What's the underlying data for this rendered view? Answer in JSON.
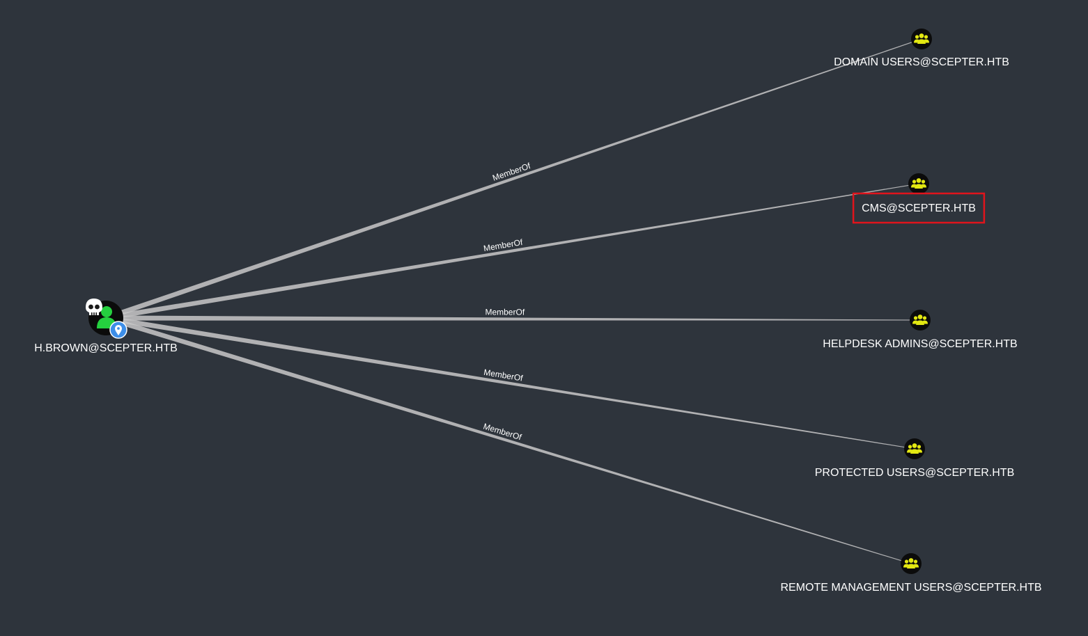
{
  "graph": {
    "source": {
      "label": "H.BROWN@SCEPTER.HTB",
      "icon": "user-icon",
      "badges": [
        "skull-icon",
        "location-pin-icon"
      ],
      "colors": {
        "user": "#25d03f",
        "badge": "#3d8ee8"
      }
    },
    "targets": [
      {
        "label": "DOMAIN USERS@SCEPTER.HTB",
        "icon": "group-icon",
        "edge_label": "MemberOf",
        "highlighted": false
      },
      {
        "label": "CMS@SCEPTER.HTB",
        "icon": "group-icon",
        "edge_label": "MemberOf",
        "highlighted": true
      },
      {
        "label": "HELPDESK ADMINS@SCEPTER.HTB",
        "icon": "group-icon",
        "edge_label": "MemberOf",
        "highlighted": false
      },
      {
        "label": "PROTECTED USERS@SCEPTER.HTB",
        "icon": "group-icon",
        "edge_label": "MemberOf",
        "highlighted": false
      },
      {
        "label": "REMOTE MANAGEMENT USERS@SCEPTER.HTB",
        "icon": "group-icon",
        "edge_label": "MemberOf",
        "highlighted": false
      }
    ],
    "colors": {
      "background": "#2e343c",
      "edge": "#c8c8c8",
      "group": "#e3e812",
      "highlight": "#e0141c",
      "text": "#ffffff"
    }
  }
}
